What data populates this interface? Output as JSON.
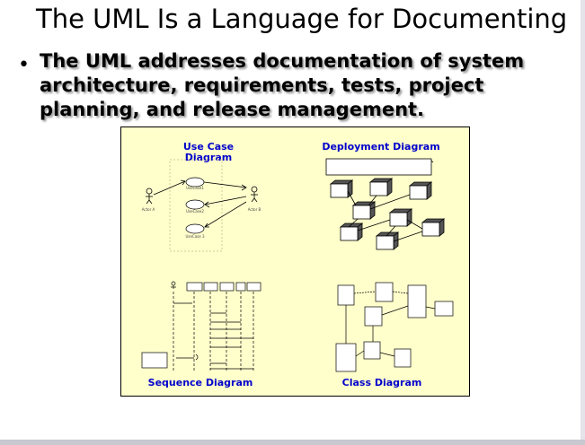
{
  "slide": {
    "title": "The UML Is a Language for Documenting",
    "bullet_marker": "•",
    "bullet_text": "The UML addresses documentation of system architecture, requirements, tests, project planning, and release management."
  },
  "figure": {
    "use_case_label": "Use Case Diagram",
    "deployment_label": "Deployment Diagram",
    "sequence_label": "Sequence Diagram",
    "class_label": "Class Diagram",
    "actor_a": "Actor A",
    "actor_b": "Actor B",
    "use_case_1": "UseCase1",
    "use_case_2": "UseCase2",
    "use_case_3": "UseCase 3",
    "panel_color": "#ffffcc",
    "label_color": "#0000cc"
  }
}
